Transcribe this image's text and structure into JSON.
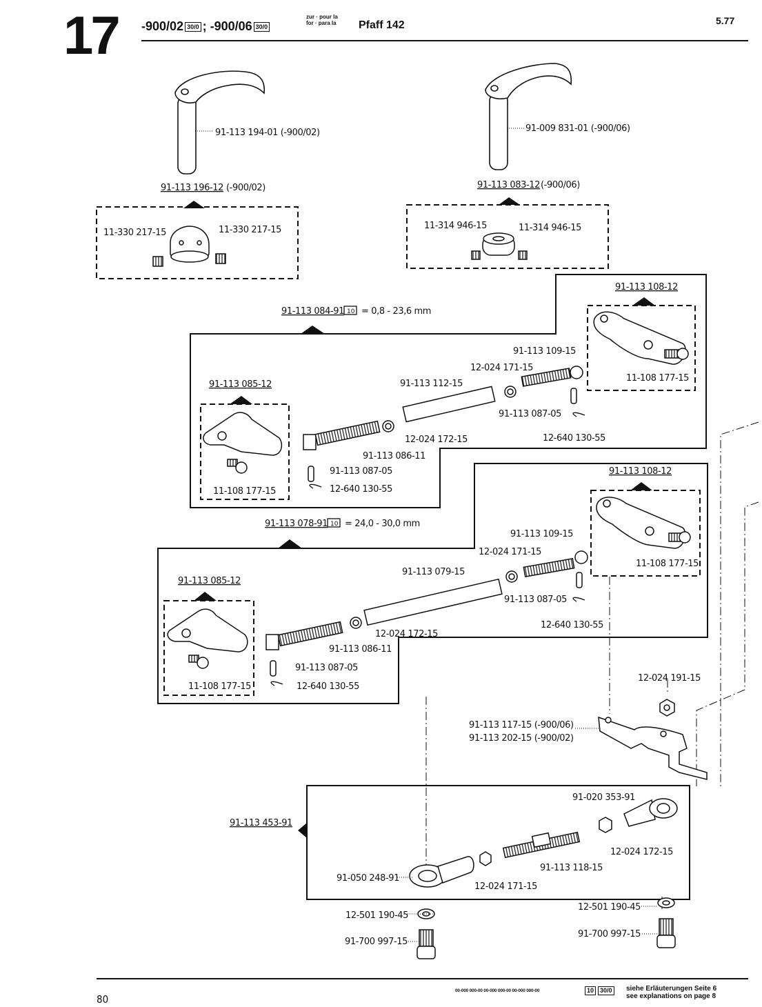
{
  "header": {
    "section_number": "17",
    "model_a": "-900/02",
    "model_b": "-900/06",
    "box_code": "30/0",
    "zur_line1": "zur · pour la",
    "zur_line2": "for · para la",
    "machine": "Pfaff 142",
    "date": "5.77"
  },
  "parts": {
    "arm_02": "91-113 194-01 (-900/02)",
    "arm_06": "91-009 831-01 (-900/06)",
    "group_02": "91-113 196-12",
    "group_02_suffix": "(-900/02)",
    "group_06": "91-113 083-12",
    "group_06_suffix": "(-900/06)",
    "screw_a1": "11-330 217-15",
    "screw_a2": "11-330 217-15",
    "screw_b1": "11-314 946-15",
    "screw_b2": "11-314 946-15",
    "rod1_group": "91-113 084-91",
    "rod1_range": "= 0,8 - 23,6 mm",
    "rod1_clamp_group": "91-113 108-12",
    "rod1_clamp_screw": "11-108 177-15",
    "rod1_bolt": "91-113 109-15",
    "rod1_nut_a": "12-024 171-15",
    "rod1_tube": "91-113 112-15",
    "rod1_pin_r": "91-113 087-05",
    "rod1_clip_r": "12-640 130-55",
    "rod1_left_group": "91-113 085-12",
    "rod1_nut_b": "12-024 172-15",
    "rod1_screw_l": "91-113 086-11",
    "rod1_pin_l": "91-113 087-05",
    "rod1_clip_l": "12-640 130-55",
    "rod1_left_screw": "11-108 177-15",
    "rod2_group": "91-113 078-91",
    "rod2_range": "= 24,0 - 30,0 mm",
    "rod2_clamp_group": "91-113 108-12",
    "rod2_clamp_screw": "11-108 177-15",
    "rod2_bolt": "91-113 109-15",
    "rod2_nut_a": "12-024 171-15",
    "rod2_tube": "91-113 079-15",
    "rod2_pin_r": "91-113 087-05",
    "rod2_clip_r": "12-640 130-55",
    "rod2_left_group": "91-113 085-12",
    "rod2_nut_b": "12-024 172-15",
    "rod2_screw_l": "91-113 086-11",
    "rod2_pin_l": "91-113 087-05",
    "rod2_clip_l": "12-640 130-55",
    "rod2_left_screw": "11-108 177-15",
    "nut_top": "12-024 191-15",
    "bracket_06": "91-113 117-15 (-900/06)",
    "bracket_02": "91-113 202-15 (-900/02)",
    "link_group": "91-113 453-91",
    "link_eye_r": "91-020 353-91",
    "link_nut_r": "12-024 172-15",
    "link_stud": "91-113 118-15",
    "link_eye_l": "91-050 248-91",
    "link_nut_l": "12-024 171-15",
    "washer_l": "12-501 190-45",
    "washer_r": "12-501 190-45",
    "screw_l": "91-700 997-15",
    "screw_r": "91-700 997-15"
  },
  "footer": {
    "page": "80",
    "codes": "00-000 000-00   00-000 000-00   00-000 000-00",
    "box1": "10",
    "box2": "30/0",
    "note_de": "siehe Erläuterungen Seite 6",
    "note_en": "see explanations on page 8"
  }
}
